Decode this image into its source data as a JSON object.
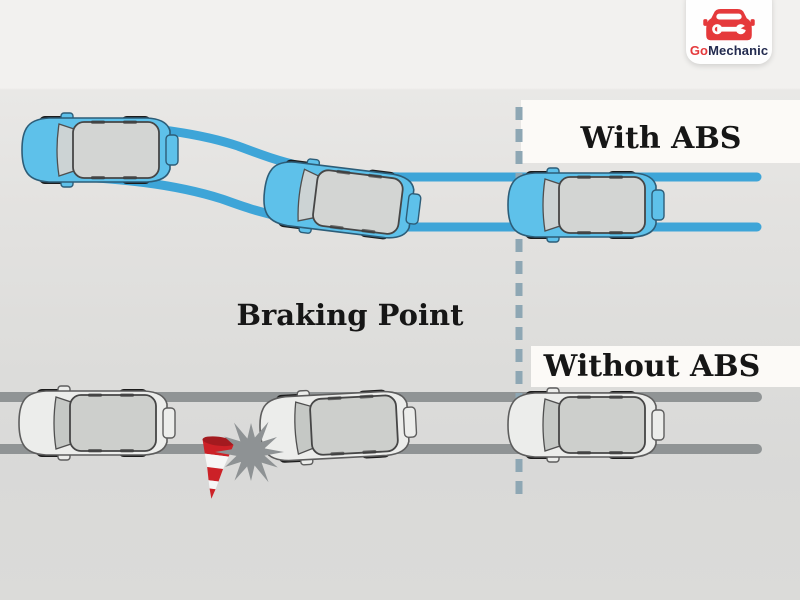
{
  "brand": {
    "prefix": "Go",
    "suffix": "Mechanic"
  },
  "labels": {
    "with_abs": "With ABS",
    "braking_point": "Braking Point",
    "without_abs": "Without ABS"
  },
  "colors": {
    "abs_track": "#3ea5d8",
    "car_blue": "#5ec1ea",
    "car_gray": "#ecedeb",
    "road_gray": "#909495",
    "dashed_line": "#8ea7b4",
    "cone_red": "#cc2127",
    "cone_red_dark": "#a31a1f",
    "crash_gray": "#8e9294",
    "brand_red": "#e5393b",
    "brand_navy": "#232b4f",
    "panel_white": "#fcfaf7",
    "label_text": "#161616"
  },
  "icons": {
    "brand_logo": "car-with-wrench-icon",
    "cars": "car-top-view-icon",
    "obstacle": "traffic-cone-icon",
    "impact": "collision-burst-icon",
    "divider": "braking-point-dashed-line"
  }
}
